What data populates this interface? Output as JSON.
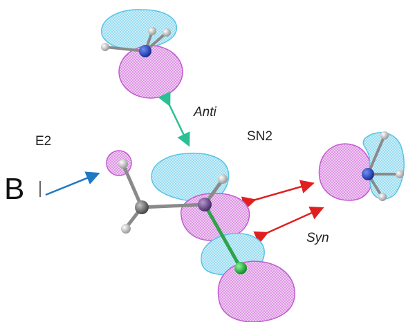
{
  "labels": {
    "e2": "E2",
    "sn2": "SN2",
    "anti": "Anti",
    "syn": "Syn",
    "base": "B"
  },
  "colors": {
    "lobe_cyan_fill": "#bfeaf7",
    "lobe_cyan_stroke": "#56c4e6",
    "lobe_magenta_fill": "#eec2f0",
    "lobe_magenta_stroke": "#c35ad0",
    "arrow_green": "#2bbf94",
    "arrow_red": "#e02020",
    "arrow_blue": "#1f78c4",
    "atom_nitrogen": "#1a3fc8",
    "atom_carbon": "#6e6e6e",
    "atom_hydrogen": "#f2f2f2",
    "atom_chlorine": "#18c43a",
    "atom_central": "#6a4a8a"
  }
}
